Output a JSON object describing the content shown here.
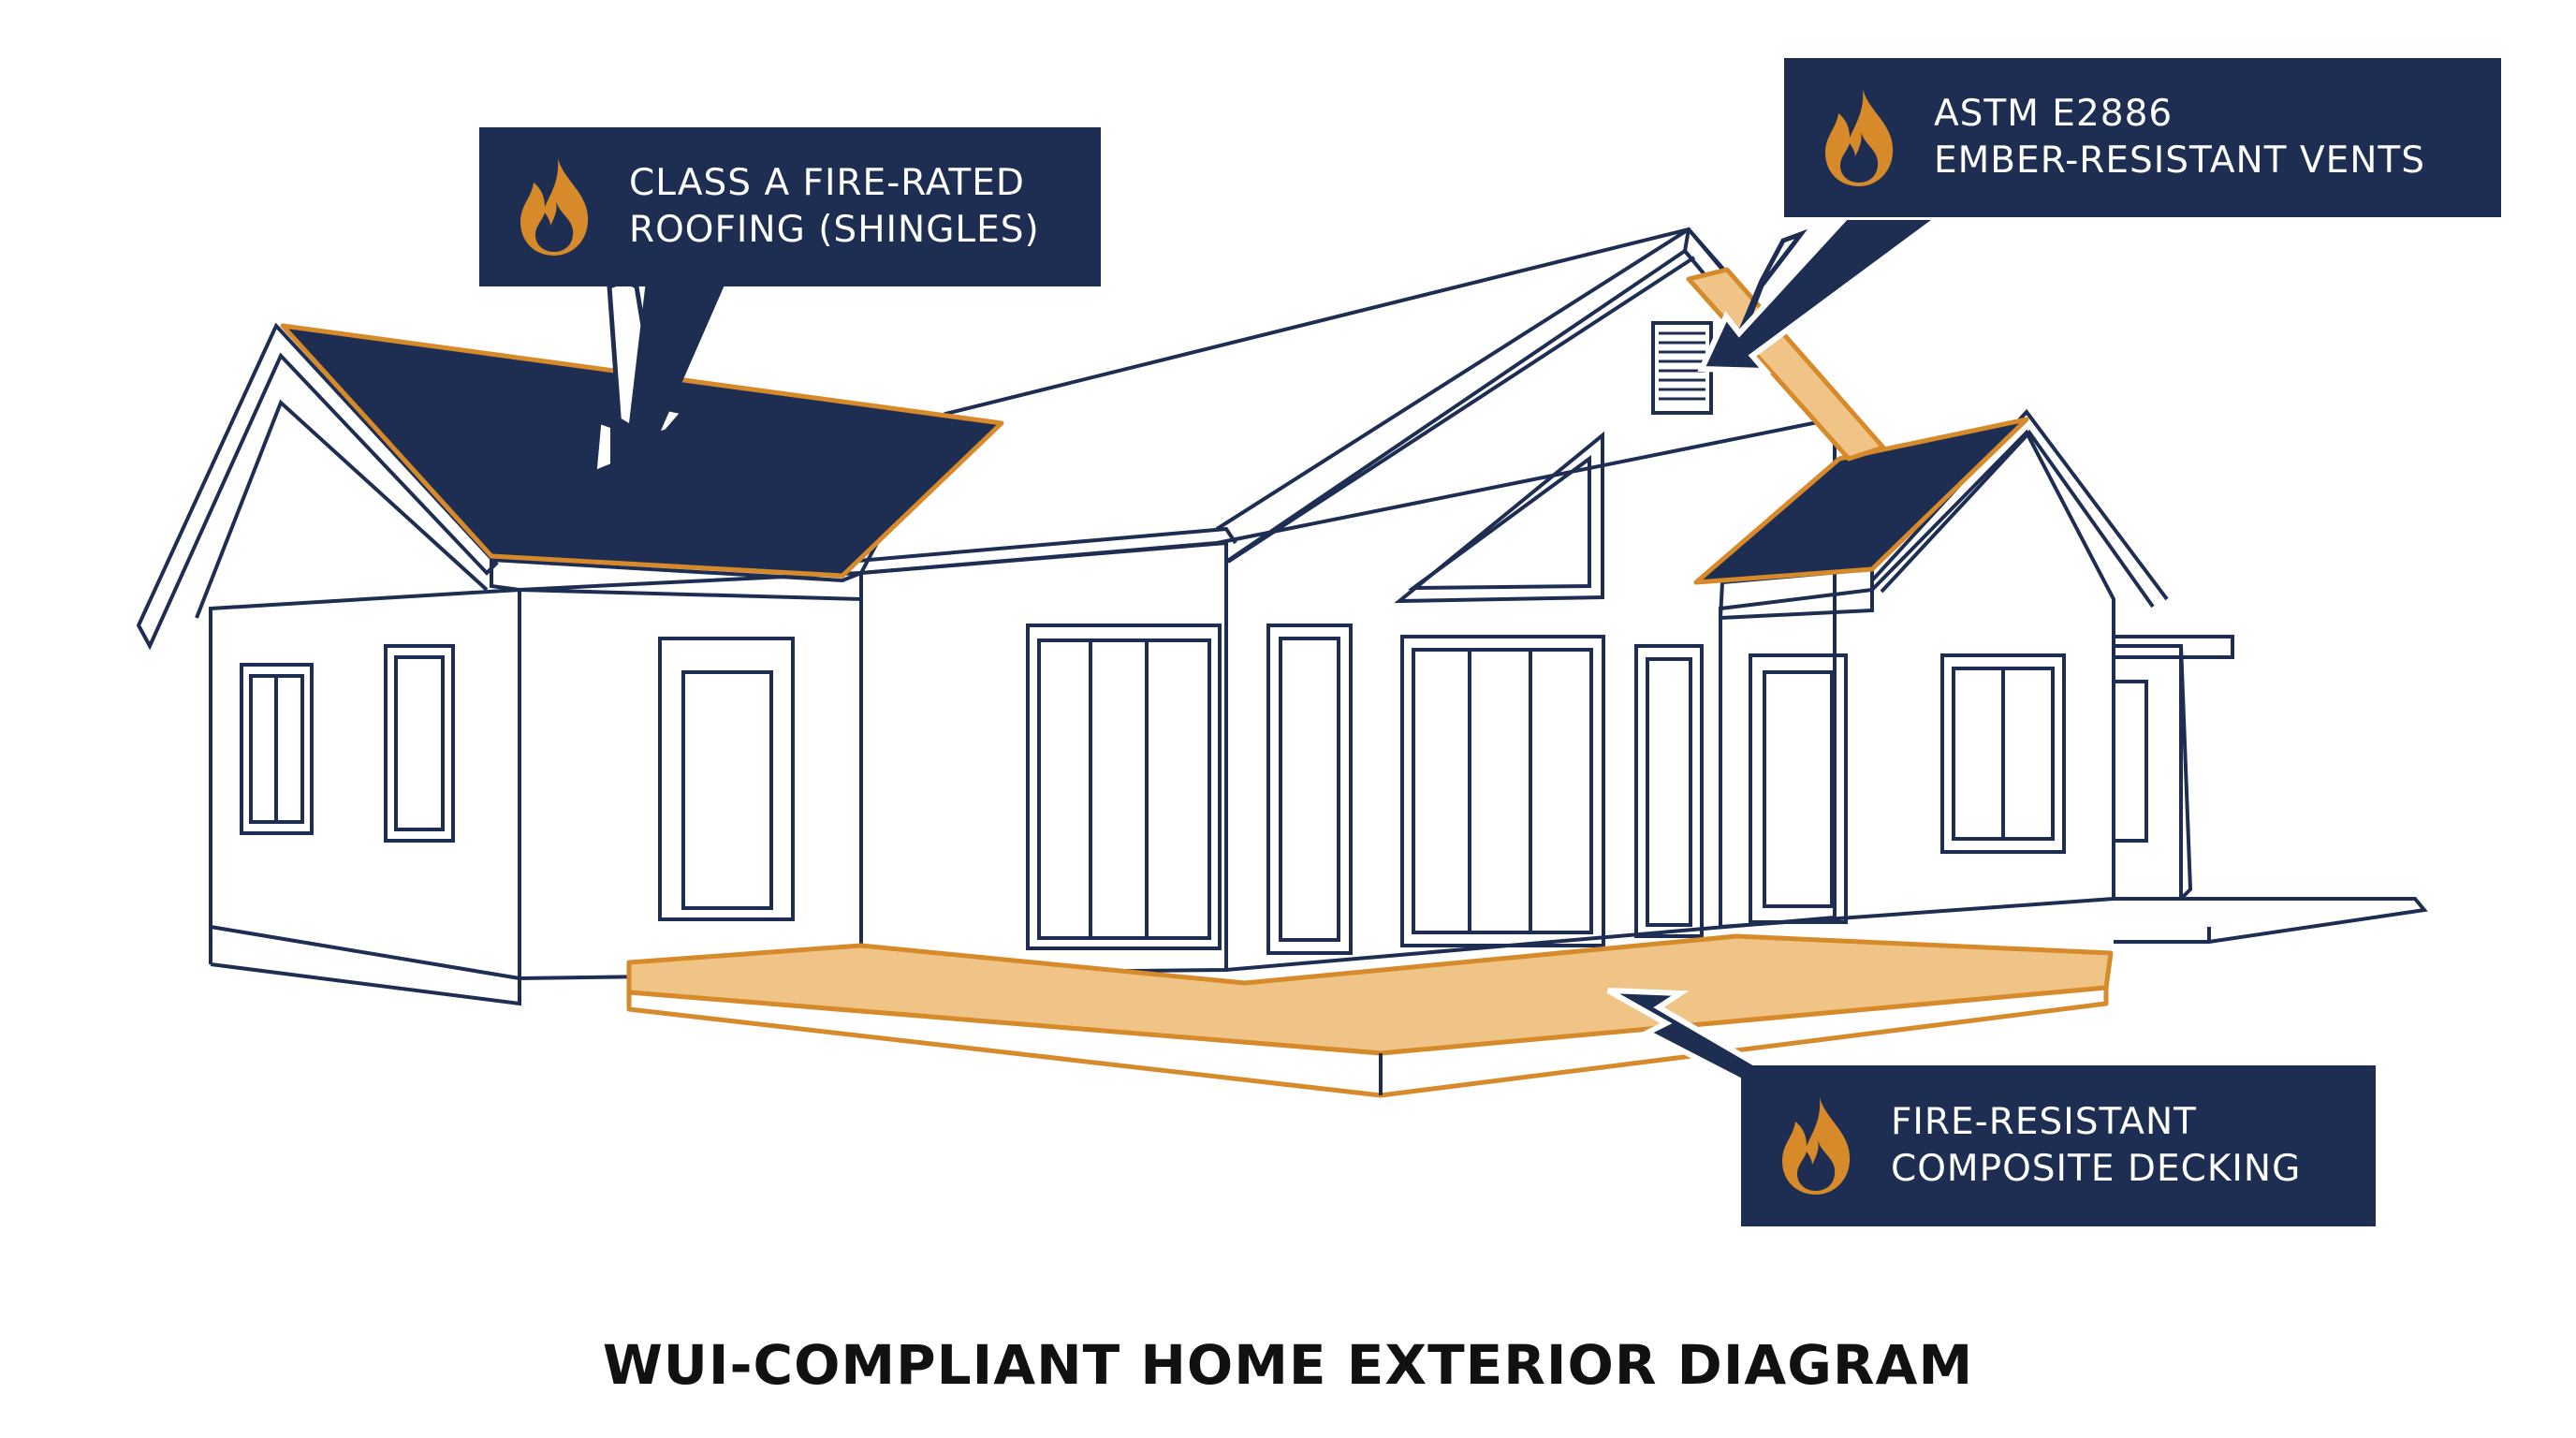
{
  "diagram": {
    "title": "WUI-COMPLIANT HOME EXTERIOR DIAGRAM",
    "callouts": {
      "roofing": {
        "line1": "CLASS A FIRE-RATED",
        "line2": "ROOFING (SHINGLES)",
        "icon": "flame-icon"
      },
      "vents": {
        "line1": "ASTM E2886",
        "line2": "EMBER-RESISTANT VENTS",
        "icon": "flame-icon"
      },
      "decking": {
        "line1": "FIRE-RESISTANT",
        "line2": "COMPOSITE DECKING",
        "icon": "flame-icon"
      }
    }
  },
  "colors": {
    "navy": "#1e2e52",
    "orange": "#d68a2a",
    "orange_fill": "#f0c487",
    "outline": "#1e2e52",
    "background": "#ffffff"
  }
}
